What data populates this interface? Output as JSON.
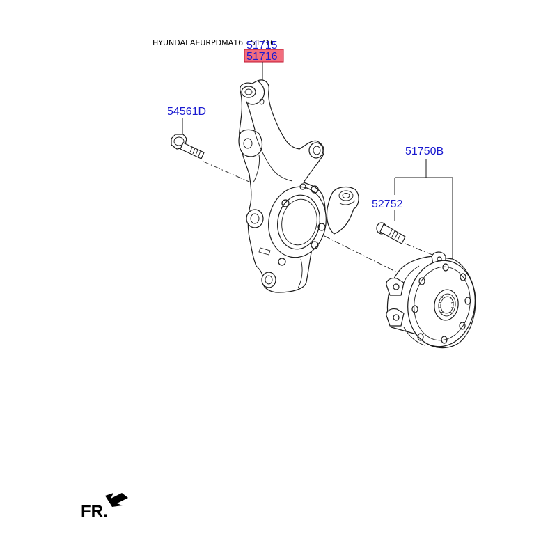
{
  "header": {
    "caption": "HYUNDAI AEURPDMA16 - 51716"
  },
  "parts": {
    "knuckle_group": "51715",
    "knuckle": "51716",
    "bolt": "54561D",
    "hub_assembly": "51750B",
    "hub_bolt": "52752"
  },
  "colors": {
    "label_text": "#1a1ad0",
    "highlight_fill": "#f26d7d",
    "highlight_border": "#c0122c",
    "line": "#1a1a1a"
  },
  "direction_indicator": {
    "label": "FR.",
    "icon": "front-arrow-icon"
  }
}
